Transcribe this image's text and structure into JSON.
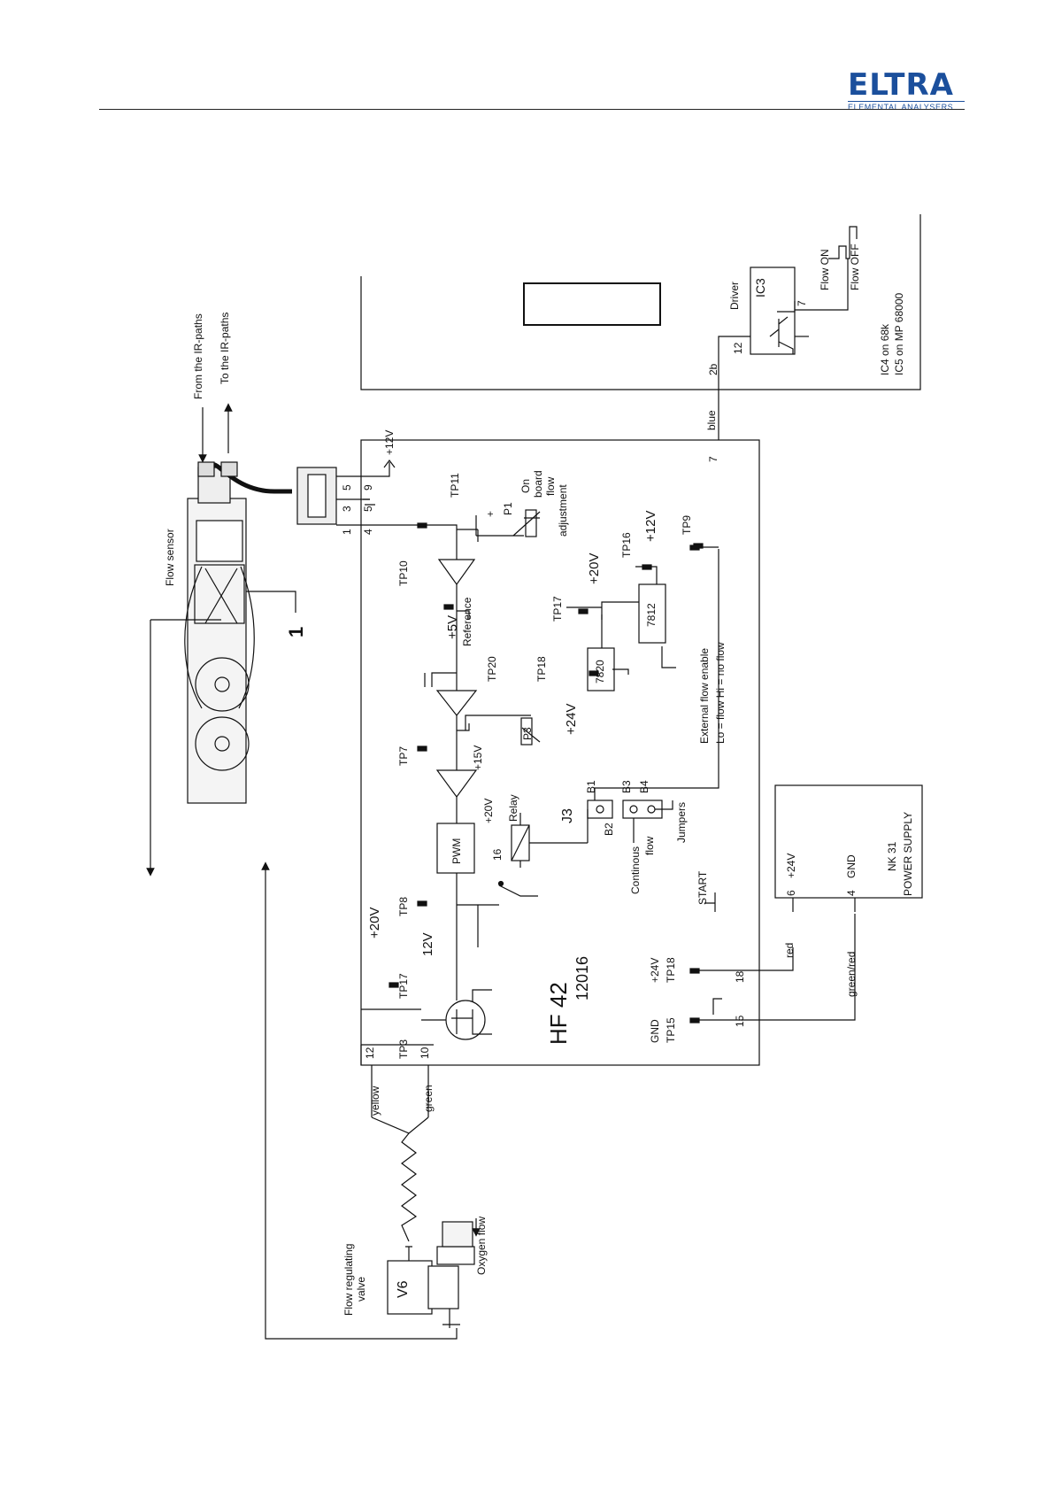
{
  "header": {
    "logo_wordmark": "ELTRA",
    "logo_tagline": "ELEMENTAL ANALYSERS",
    "brand_color": "#1b4f9c"
  },
  "diagram": {
    "board": {
      "name": "HF 42",
      "number": "12016"
    },
    "flow_sensor": {
      "label": "Flow sensor",
      "callout": "1",
      "inlet": "From the IR-paths",
      "outlet": "To the IR-paths"
    },
    "connector_pins": [
      "5",
      "9",
      "3",
      "5",
      "1",
      "4"
    ],
    "supply_12v": "+12V",
    "test_points": {
      "tp11": "TP11",
      "tp10": "TP10",
      "tp20": "TP20",
      "tp7": "TP7",
      "tp8": "TP8",
      "tp17_top": "TP17",
      "tp3": "TP3",
      "tp16": "TP16",
      "tp9": "TP9",
      "tp17_mid": "TP17",
      "tp18_mid": "TP18",
      "tp18_bottom": "TP18",
      "tp15": "TP15"
    },
    "p1": {
      "name": "P1",
      "plus": "+",
      "note_lines": [
        "On",
        "board",
        "flow",
        "adjustment"
      ]
    },
    "reference": {
      "voltage": "+5V",
      "label": "Reference"
    },
    "p3": {
      "name": "P3",
      "supply": "+15V"
    },
    "pwm": "PWM",
    "relay": {
      "label": "Relay",
      "supply": "+20V",
      "pin": "16"
    },
    "jumper_block": {
      "name": "J3",
      "b1": "B1",
      "b2": "B2",
      "b3": "B3",
      "b4": "B4",
      "jumpers": "Jumpers",
      "continuous_flow_lines": [
        "Continous",
        "flow"
      ]
    },
    "regulators": {
      "v24": "+24V",
      "r7820": "7820",
      "v20": "+20V",
      "r7812": "7812",
      "v12": "+12V"
    },
    "external_enable": {
      "title": "External flow enable",
      "levels": "Lo = flow   Hi = no flow"
    },
    "start": "START",
    "drive": {
      "supply": "+20V",
      "pulse": "12V"
    },
    "power_in": {
      "v24": "+24V",
      "gnd": "GND"
    },
    "pins": {
      "p7": "7",
      "p12": "12",
      "p10": "10",
      "p18": "18",
      "p15": "15",
      "p12_driver": "12",
      "p7_driver": "7",
      "p2b": "2b",
      "p6": "6",
      "p4": "4"
    },
    "wires": {
      "blue": "blue",
      "yellow": "yellow",
      "green": "green",
      "red": "red",
      "green_red": "green/red"
    },
    "driver": {
      "label": "Driver",
      "ic": "IC3",
      "flow_on": "Flow ON",
      "flow_off": "Flow OFF",
      "note1": "IC4 on 68k",
      "note2": "IC5 on MP 68000"
    },
    "power_supply": {
      "v24": "+24V",
      "gnd": "GND",
      "name": "NK 31",
      "desc": "POWER SUPPLY"
    },
    "valve": {
      "title": "Flow regulating",
      "title2": "valve",
      "id": "V6",
      "oxygen": "Oxygen flow"
    }
  }
}
